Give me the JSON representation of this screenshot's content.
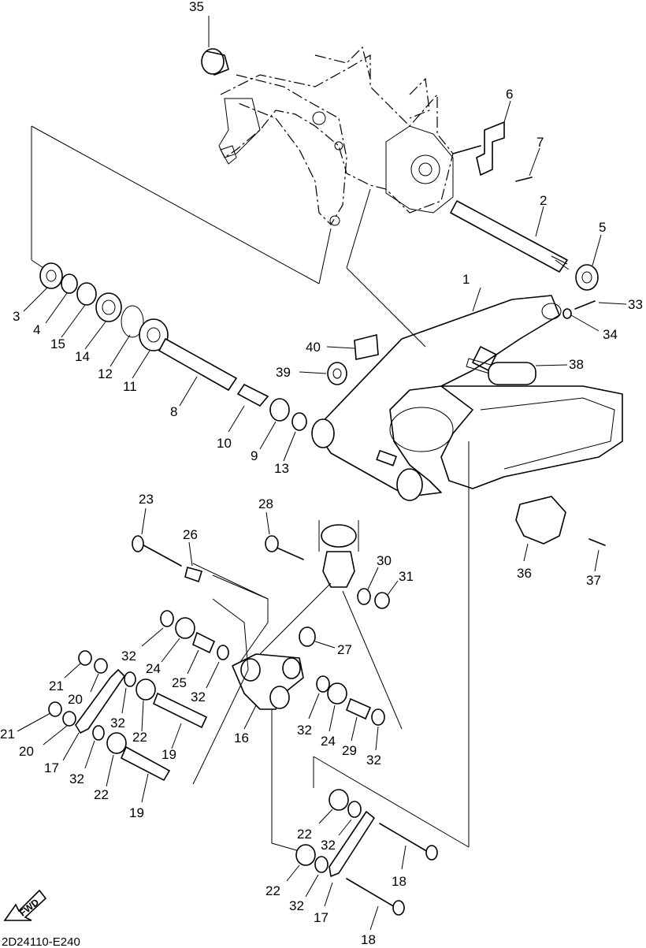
{
  "diagram_code": "2D24110-E240",
  "fwd_label": "FWD",
  "fwd_icon": "forward-arrow-icon",
  "callouts": [
    {
      "id": "c35",
      "label": "35"
    },
    {
      "id": "c6",
      "label": "6"
    },
    {
      "id": "c7",
      "label": "7"
    },
    {
      "id": "c2",
      "label": "2"
    },
    {
      "id": "c5",
      "label": "5"
    },
    {
      "id": "c1",
      "label": "1"
    },
    {
      "id": "c33",
      "label": "33"
    },
    {
      "id": "c34",
      "label": "34"
    },
    {
      "id": "c3",
      "label": "3"
    },
    {
      "id": "c4",
      "label": "4"
    },
    {
      "id": "c15",
      "label": "15"
    },
    {
      "id": "c14",
      "label": "14"
    },
    {
      "id": "c12",
      "label": "12"
    },
    {
      "id": "c11",
      "label": "11"
    },
    {
      "id": "c40",
      "label": "40"
    },
    {
      "id": "c38",
      "label": "38"
    },
    {
      "id": "c39",
      "label": "39"
    },
    {
      "id": "c8",
      "label": "8"
    },
    {
      "id": "c10",
      "label": "10"
    },
    {
      "id": "c9",
      "label": "9"
    },
    {
      "id": "c13",
      "label": "13"
    },
    {
      "id": "c23",
      "label": "23"
    },
    {
      "id": "c28",
      "label": "28"
    },
    {
      "id": "c26",
      "label": "26"
    },
    {
      "id": "c30",
      "label": "30"
    },
    {
      "id": "c31",
      "label": "31"
    },
    {
      "id": "c36",
      "label": "36"
    },
    {
      "id": "c37",
      "label": "37"
    },
    {
      "id": "c27",
      "label": "27"
    },
    {
      "id": "c32a",
      "label": "32"
    },
    {
      "id": "c24a",
      "label": "24"
    },
    {
      "id": "c25",
      "label": "25"
    },
    {
      "id": "c32b",
      "label": "32"
    },
    {
      "id": "c21a",
      "label": "21"
    },
    {
      "id": "c20a",
      "label": "20"
    },
    {
      "id": "c21b",
      "label": "21"
    },
    {
      "id": "c20b",
      "label": "20"
    },
    {
      "id": "c32c",
      "label": "32"
    },
    {
      "id": "c22a",
      "label": "22"
    },
    {
      "id": "c16",
      "label": "16"
    },
    {
      "id": "c32d",
      "label": "32"
    },
    {
      "id": "c24b",
      "label": "24"
    },
    {
      "id": "c29",
      "label": "29"
    },
    {
      "id": "c32e",
      "label": "32"
    },
    {
      "id": "c19a",
      "label": "19"
    },
    {
      "id": "c17a",
      "label": "17"
    },
    {
      "id": "c32f",
      "label": "32"
    },
    {
      "id": "c22b",
      "label": "22"
    },
    {
      "id": "c19b",
      "label": "19"
    },
    {
      "id": "c22c",
      "label": "22"
    },
    {
      "id": "c32g",
      "label": "32"
    },
    {
      "id": "c18a",
      "label": "18"
    },
    {
      "id": "c22d",
      "label": "22"
    },
    {
      "id": "c32h",
      "label": "32"
    },
    {
      "id": "c17b",
      "label": "17"
    },
    {
      "id": "c18b",
      "label": "18"
    }
  ]
}
